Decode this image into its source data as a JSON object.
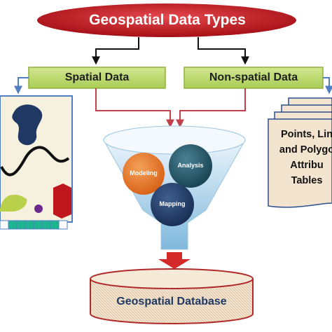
{
  "title": "Geospatial Data Types",
  "branches": {
    "spatial": "Spatial Data",
    "non_spatial": "Non-spatial Data"
  },
  "funnel": {
    "circles": {
      "modeling": "Modeling",
      "analysis": "Analysis",
      "mapping": "Mapping"
    }
  },
  "database": "Geospatial Database",
  "document_lines": [
    "Points, Lin",
    "and Polygo",
    "Attribu",
    "Tables"
  ],
  "colors": {
    "title_fill": "#c0161e",
    "box_fill": "#b9d668",
    "connector": "#111111",
    "side_arrow": "#4f7fc1",
    "funnel_arrow": "#c0414a",
    "modeling": "#e36c1e",
    "analysis": "#1f4e5f",
    "mapping": "#1f3864",
    "database": "#f2e2cd"
  },
  "icons": [
    "map-icon",
    "document-stack-icon",
    "funnel-icon",
    "database-cylinder-icon"
  ]
}
